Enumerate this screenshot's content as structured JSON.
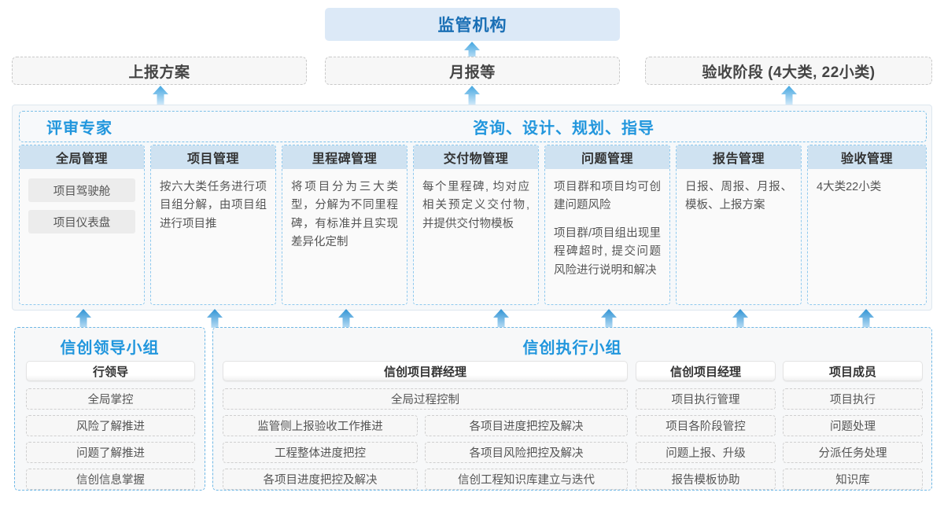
{
  "top": {
    "authority": "监管机构",
    "reports": [
      {
        "label": "上报方案"
      },
      {
        "label": "月报等"
      },
      {
        "label": "验收阶段 (4大类, 22小类)"
      }
    ]
  },
  "middle": {
    "left_label": "评审专家",
    "center_label": "咨询、设计、规划、指导",
    "columns": [
      {
        "title": "全局管理",
        "pills": [
          "项目驾驶舱",
          "项目仪表盘"
        ],
        "paragraphs": []
      },
      {
        "title": "项目管理",
        "pills": [],
        "paragraphs": [
          "按六大类任务进行项目组分解，由项目组进行项目推"
        ]
      },
      {
        "title": "里程碑管理",
        "pills": [],
        "paragraphs": [
          "将项目分为三大类型，分解为不同里程碑，有标准并且实现差异化定制"
        ]
      },
      {
        "title": "交付物管理",
        "pills": [],
        "paragraphs": [
          "每个里程碑, 均对应相关预定义交付物, 并提供交付物模板"
        ]
      },
      {
        "title": "问题管理",
        "pills": [],
        "paragraphs": [
          "项目群和项目均可创建问题风险",
          "项目群/项目组出现里程碑超时, 提交问题风险进行说明和解决"
        ]
      },
      {
        "title": "报告管理",
        "pills": [],
        "paragraphs": [
          "日报、周报、月报、模板、上报方案"
        ]
      },
      {
        "title": "验收管理",
        "pills": [],
        "paragraphs": [
          "4大类22小类"
        ]
      }
    ]
  },
  "bottom": {
    "leader_group": {
      "title": "信创领导小组",
      "role": "行领导",
      "tasks": [
        "全局掌控",
        "风险了解推进",
        "问题了解推进",
        "信创信息掌握"
      ]
    },
    "exec_group": {
      "title": "信创执行小组",
      "program_manager": {
        "role": "信创项目群经理",
        "full_width_task": "全局过程控制",
        "left_tasks": [
          "监管侧上报验收工作推进",
          "工程整体进度把控",
          "各项目进度把控及解决"
        ],
        "right_tasks": [
          "各项目进度把控及解决",
          "各项目风险把控及解决",
          "信创工程知识库建立与迭代"
        ]
      },
      "project_manager": {
        "role": "信创项目经理",
        "tasks": [
          "项目执行管理",
          "项目各阶段管控",
          "问题上报、升级",
          "报告模板协助"
        ]
      },
      "project_member": {
        "role": "项目成员",
        "tasks": [
          "项目执行",
          "问题处理",
          "分派任务处理",
          "知识库"
        ]
      }
    }
  },
  "colors": {
    "accent_blue": "#2196dd",
    "authority_blue": "#1a6fb5",
    "authority_bg": "#dce9f7",
    "column_header_bg": "#cfe2f1",
    "arrow_light": "#8ecdf0",
    "arrow_dark": "#2f93d4"
  }
}
